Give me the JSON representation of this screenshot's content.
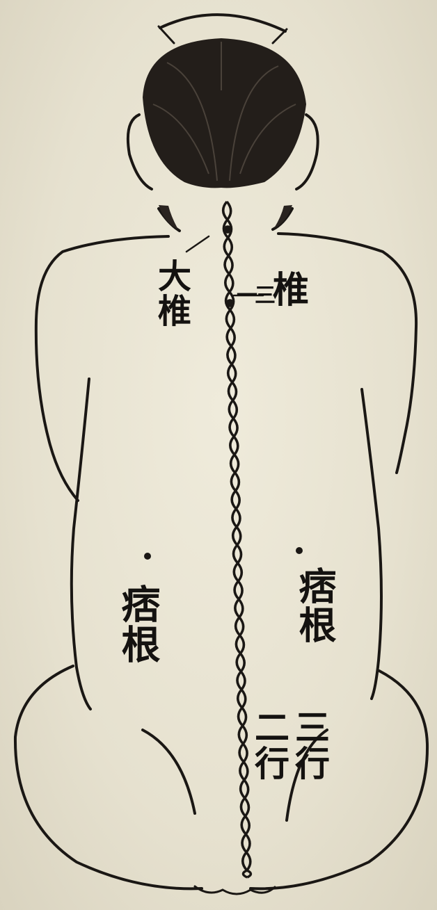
{
  "labels": {
    "dazhui": "大椎",
    "sanzhui_mark": "一三",
    "sanzhui_char": "椎",
    "pigen_left": "痞根",
    "pigen_right": "痞根",
    "erhang": "二行",
    "sanhang": "三行"
  },
  "colors": {
    "paper": "#e8e4d3",
    "ink": "#141210"
  }
}
